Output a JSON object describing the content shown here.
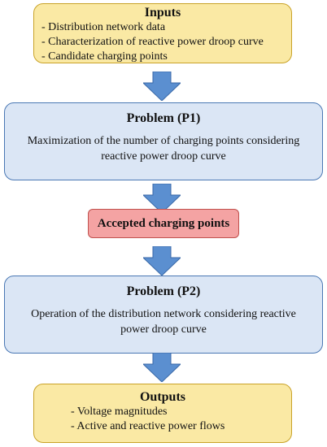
{
  "inputs": {
    "title": "Inputs",
    "items": [
      "Distribution network data",
      "Characterization of reactive power droop curve",
      "Candidate charging points"
    ]
  },
  "p1": {
    "title": "Problem (P1)",
    "description": "Maximization of the number of charging points considering reactive power droop curve"
  },
  "accepted": {
    "label": "Accepted charging points"
  },
  "p2": {
    "title": "Problem (P2)",
    "description": "Operation of the distribution network considering reactive power droop curve"
  },
  "outputs": {
    "title": "Outputs",
    "items": [
      "Voltage magnitudes",
      "Active and reactive power flows"
    ]
  },
  "colors": {
    "arrow": "#5b8fd0",
    "arrow_border": "#3b6aa8",
    "yellow_fill": "#fae9a4",
    "blue_fill": "#dbe6f5",
    "red_fill": "#f4a3a3"
  }
}
